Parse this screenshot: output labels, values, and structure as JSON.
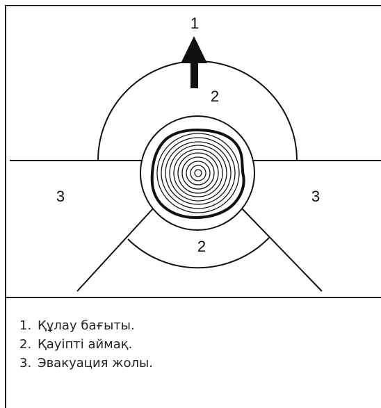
{
  "diagram": {
    "labels": {
      "fall_direction": "1",
      "danger_zone_top": "2",
      "danger_zone_bottom": "2",
      "evacuation_left": "3",
      "evacuation_right": "3"
    }
  },
  "legend": {
    "items": [
      {
        "number": "1.",
        "text": "Құлау бағыты."
      },
      {
        "number": "2.",
        "text": "Қауіпті аймақ."
      },
      {
        "number": "3.",
        "text": "Эвакуация жолы."
      }
    ]
  }
}
